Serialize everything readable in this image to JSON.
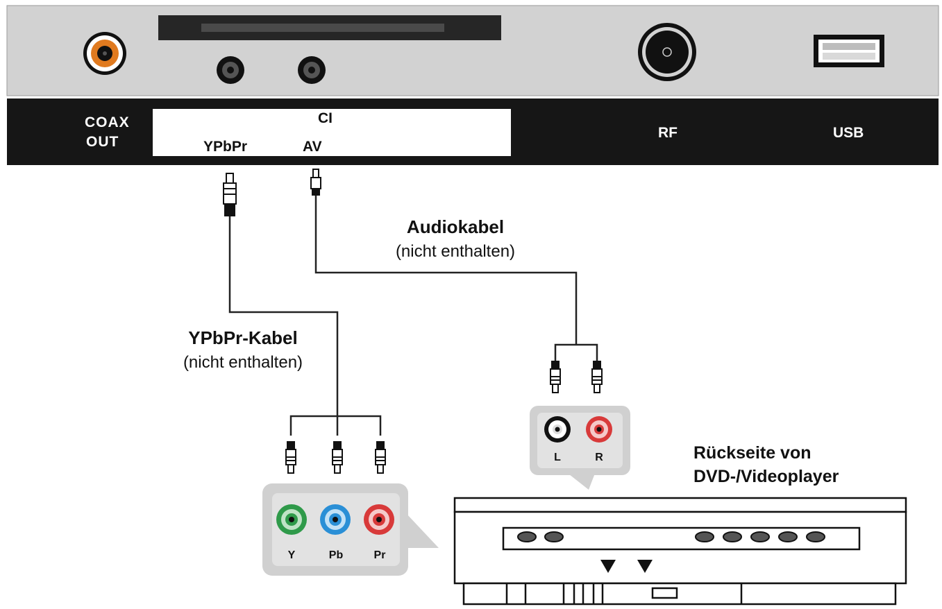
{
  "panel": {
    "coax_label_line1": "COAX",
    "coax_label_line2": "OUT",
    "ci_label": "CI",
    "ypbpr_label": "YPbPr",
    "av_label": "AV",
    "rf_label": "RF",
    "usb_label": "USB"
  },
  "cables": {
    "audio_title": "Audiokabel",
    "audio_note": "(nicht enthalten)",
    "ypbpr_title": "YPbPr-Kabel",
    "ypbpr_note": "(nicht enthalten)"
  },
  "component_jacks": {
    "y": "Y",
    "pb": "Pb",
    "pr": "Pr"
  },
  "audio_jacks": {
    "l": "L",
    "r": "R"
  },
  "player": {
    "title_line1": "Rückseite von",
    "title_line2": "DVD-/Videoplayer"
  },
  "colors": {
    "panel_grey": "#d2d2d2",
    "label_bar": "#161616",
    "coax_orange": "#e07a1f",
    "jack_green": "#2f9a4a",
    "jack_blue": "#2a8fd6",
    "jack_red": "#d83a3a"
  }
}
